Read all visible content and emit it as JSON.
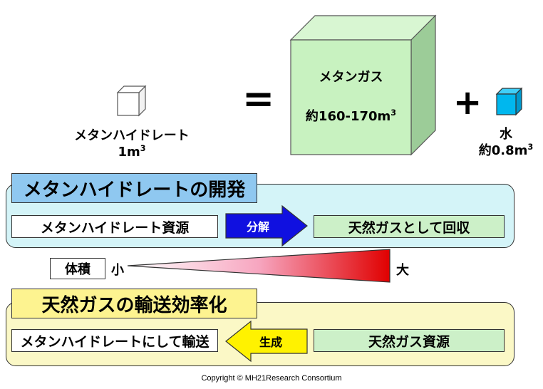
{
  "top": {
    "hydrate_label": "メタンハイドレート",
    "hydrate_volume": "1m",
    "hydrate_volume_exp": "3",
    "equals": "=",
    "plus": "+",
    "gas_label": "メタンガス",
    "gas_volume": "約160-170m",
    "gas_volume_exp": "3",
    "water_label": "水",
    "water_volume": "約0.8m",
    "water_volume_exp": "3"
  },
  "development": {
    "header": "メタンハイドレートの開発",
    "source": "メタンハイドレート資源",
    "arrow_label": "分解",
    "result": "天然ガスとして回収"
  },
  "volume": {
    "label": "体積",
    "small": "小",
    "large": "大"
  },
  "transport": {
    "header": "天然ガスの輸送効率化",
    "result": "メタンハイドレートにして輸送",
    "arrow_label": "生成",
    "source": "天然ガス資源"
  },
  "copyright": "Copyright © MH21Research Consortium",
  "colors": {
    "dev_panel": "#d4f4f8",
    "dev_header": "#8fc8f0",
    "transport_panel": "#fbf8c6",
    "transport_header": "#fdf390",
    "green_box": "#ccf0c8",
    "gas_cube_front": "#c8f2c0",
    "gas_cube_side": "#9ccc98",
    "water_cube": "#00b7ee",
    "blue_arrow": "#1010e0",
    "yellow_arrow": "#fff200"
  }
}
